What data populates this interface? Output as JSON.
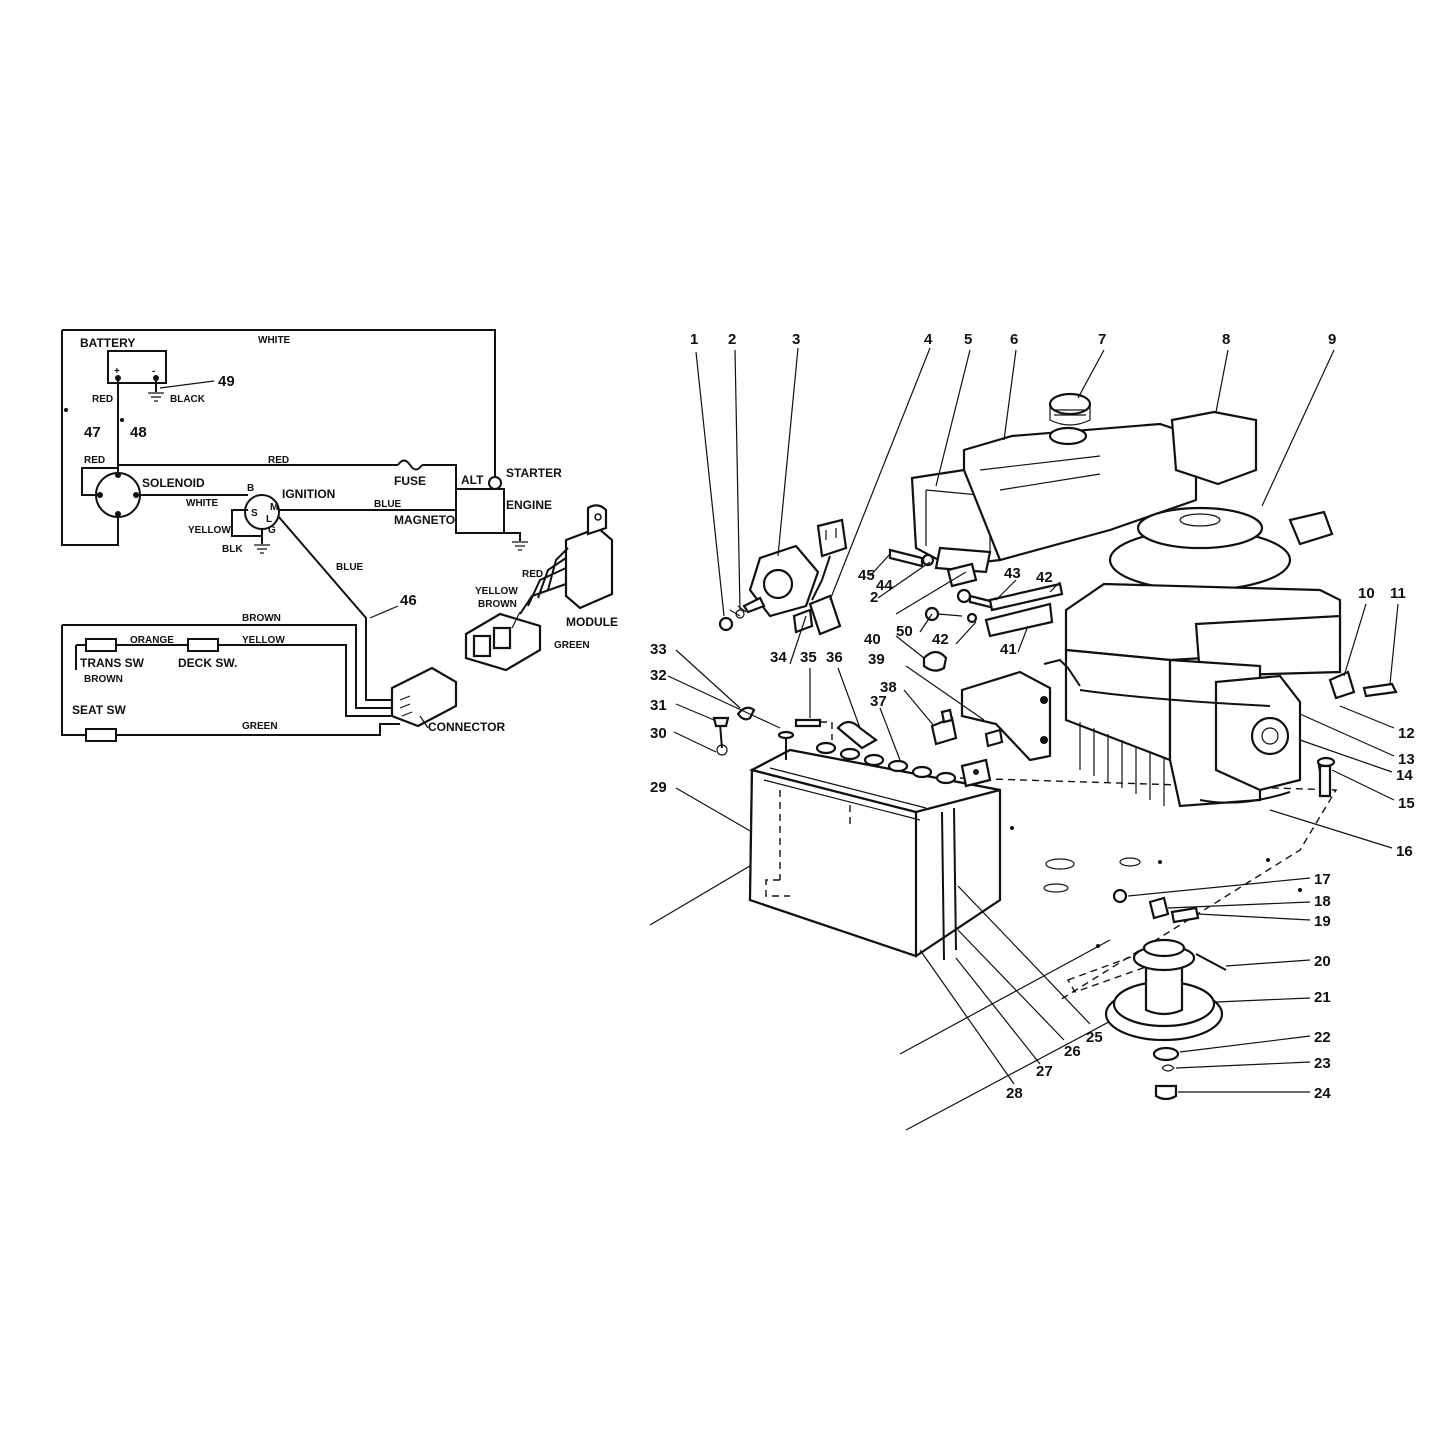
{
  "wiring": {
    "components": {
      "battery": "BATTERY",
      "solenoid": "SOLENOID",
      "ignition": "IGNITION",
      "fuse": "FUSE",
      "alt": "ALT",
      "starter": "STARTER",
      "engine": "ENGINE",
      "magneto": "MAGNETO",
      "module": "MODULE",
      "connector": "CONNECTOR",
      "trans_sw": "TRANS SW",
      "deck_sw": "DECK SW.",
      "seat_sw": "SEAT SW"
    },
    "terminals": {
      "plus": "+",
      "minus": "-",
      "b": "B",
      "s": "S",
      "m": "M",
      "l": "L",
      "g": "G"
    },
    "wires": {
      "white_top": "WHITE",
      "red_left": "RED",
      "black": "BLACK",
      "red_solenoid": "RED",
      "red_fuse": "RED",
      "white_ignition": "WHITE",
      "yellow_ignition": "YELLOW",
      "blk_ignition": "BLK",
      "blue_magneto": "BLUE",
      "blue_diag": "BLUE",
      "brown_top": "BROWN",
      "orange": "ORANGE",
      "yellow_deck": "YELLOW",
      "brown_left": "BROWN",
      "green": "GREEN",
      "module_red": "RED",
      "module_yellow": "YELLOW",
      "module_brown": "BROWN",
      "module_green": "GREEN"
    },
    "callouts": {
      "c47": "47",
      "c48": "48",
      "c49": "49",
      "c46": "46"
    }
  },
  "parts": {
    "top": [
      "1",
      "2",
      "3",
      "4",
      "5",
      "6",
      "7",
      "8",
      "9"
    ],
    "labels": {
      "p10": "10",
      "p11": "11",
      "p12": "12",
      "p13": "13",
      "p14": "14",
      "p15": "15",
      "p16": "16",
      "p17": "17",
      "p18": "18",
      "p19": "19",
      "p20": "20",
      "p21": "21",
      "p22": "22",
      "p23": "23",
      "p24": "24",
      "p25": "25",
      "p26": "26",
      "p27": "27",
      "p28": "28",
      "p29": "29",
      "p30": "30",
      "p31": "31",
      "p32": "32",
      "p33": "33",
      "p34": "34",
      "p35": "35",
      "p36": "36",
      "p37": "37",
      "p38": "38",
      "p39": "39",
      "p40": "40",
      "p41": "41",
      "p42a": "42",
      "p42b": "42",
      "p43": "43",
      "p44": "44",
      "p45": "45",
      "p2b": "2",
      "p50": "50"
    }
  }
}
